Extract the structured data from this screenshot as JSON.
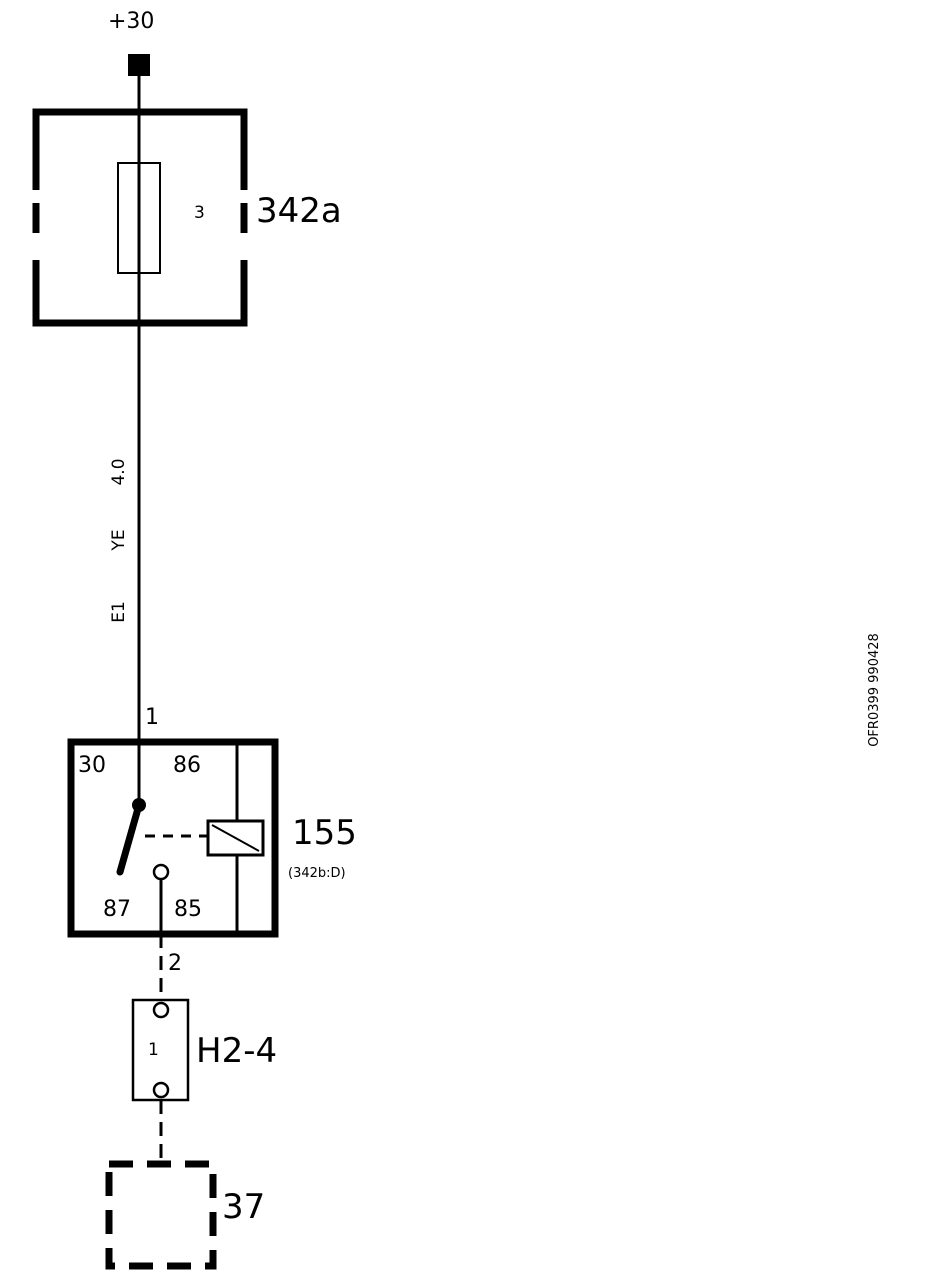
{
  "supply": {
    "label": "+30"
  },
  "fuse_box": {
    "id": "342a",
    "fuse_number": "3"
  },
  "wire_1": {
    "section": "E1",
    "color": "YE",
    "gauge": "4.0"
  },
  "relay": {
    "id": "155",
    "location": "(342b:D)",
    "pin_30": "30",
    "pin_86": "86",
    "pin_87": "87",
    "pin_85": "85",
    "pin_in": "1",
    "pin_out": "2"
  },
  "connector": {
    "id": "H2-4",
    "pin": "1"
  },
  "component": {
    "id": "37"
  },
  "drawing_code": "OFR0399 990428"
}
